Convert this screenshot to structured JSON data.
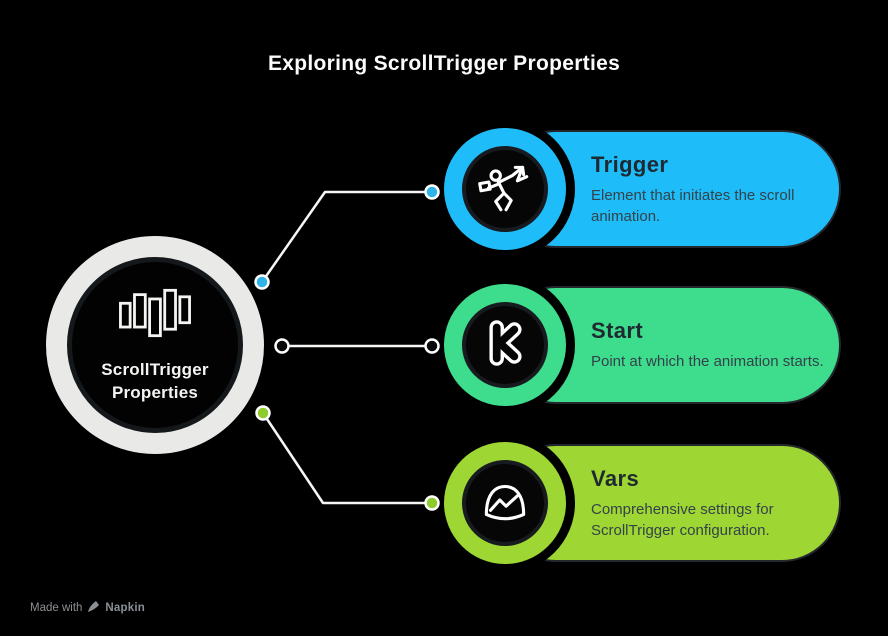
{
  "title": "Exploring ScrollTrigger Properties",
  "center": {
    "line1": "ScrollTrigger",
    "line2": "Properties",
    "icon": "equalizer-bars-icon",
    "ring_color": "#e9e9e7"
  },
  "cards": [
    {
      "title": "Trigger",
      "description": "Element that initiates the scroll animation.",
      "color": "#1ebdfa",
      "icon": "running-person-icon"
    },
    {
      "title": "Start",
      "description": "Point at which the animation starts.",
      "color": "#3edc8d",
      "icon": "k-letter-icon"
    },
    {
      "title": "Vars",
      "description": "Comprehensive settings for ScrollTrigger configuration.",
      "color": "#9ed633",
      "icon": "mountain-dome-icon"
    }
  ],
  "connectors": [
    {
      "style": "filled",
      "dot_color": "#2fb4ea"
    },
    {
      "style": "hollow",
      "dot_color": "#0b0b0b"
    },
    {
      "style": "filled",
      "dot_color": "#8ecb2d"
    }
  ],
  "footer": {
    "made_with": "Made with",
    "brand": "Napkin"
  }
}
